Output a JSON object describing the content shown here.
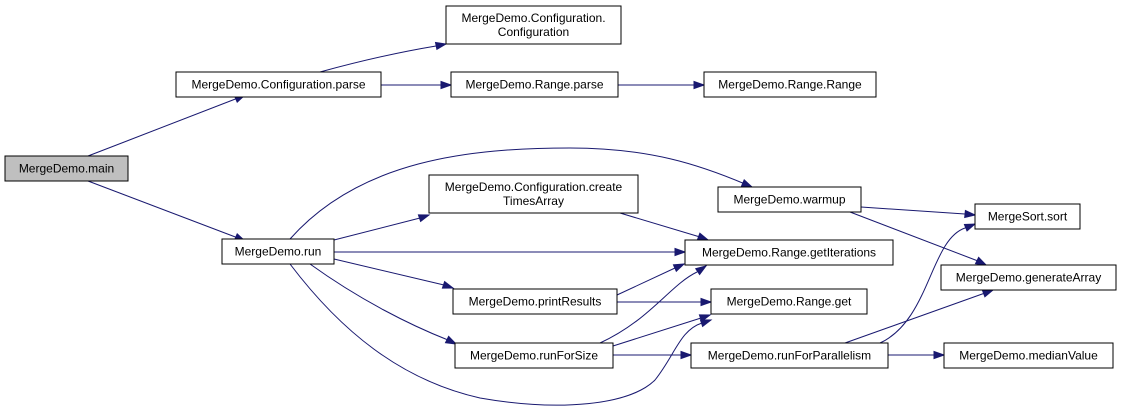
{
  "diagram": {
    "edge_color": "#191970",
    "root_fill": "#bfbfbf",
    "nodes": [
      {
        "id": "main",
        "lines": [
          "MergeDemo.main"
        ],
        "root": true
      },
      {
        "id": "cfg_ctor",
        "lines": [
          "MergeDemo.Configuration.",
          "Configuration"
        ]
      },
      {
        "id": "cfg_parse",
        "lines": [
          "MergeDemo.Configuration.parse"
        ]
      },
      {
        "id": "range_parse",
        "lines": [
          "MergeDemo.Range.parse"
        ]
      },
      {
        "id": "range_ctor",
        "lines": [
          "MergeDemo.Range.Range"
        ]
      },
      {
        "id": "run",
        "lines": [
          "MergeDemo.run"
        ]
      },
      {
        "id": "create_times",
        "lines": [
          "MergeDemo.Configuration.create",
          "TimesArray"
        ]
      },
      {
        "id": "warmup",
        "lines": [
          "MergeDemo.warmup"
        ]
      },
      {
        "id": "sort",
        "lines": [
          "MergeSort.sort"
        ]
      },
      {
        "id": "get_iter",
        "lines": [
          "MergeDemo.Range.getIterations"
        ]
      },
      {
        "id": "gen_array",
        "lines": [
          "MergeDemo.generateArray"
        ]
      },
      {
        "id": "print_results",
        "lines": [
          "MergeDemo.printResults"
        ]
      },
      {
        "id": "range_get",
        "lines": [
          "MergeDemo.Range.get"
        ]
      },
      {
        "id": "run_for_size",
        "lines": [
          "MergeDemo.runForSize"
        ]
      },
      {
        "id": "run_for_par",
        "lines": [
          "MergeDemo.runForParallelism"
        ]
      },
      {
        "id": "median",
        "lines": [
          "MergeDemo.medianValue"
        ]
      }
    ],
    "edges": [
      {
        "from": "main",
        "to": "cfg_parse"
      },
      {
        "from": "main",
        "to": "run"
      },
      {
        "from": "cfg_parse",
        "to": "cfg_ctor"
      },
      {
        "from": "cfg_parse",
        "to": "range_parse"
      },
      {
        "from": "range_parse",
        "to": "range_ctor"
      },
      {
        "from": "run",
        "to": "create_times"
      },
      {
        "from": "run",
        "to": "warmup"
      },
      {
        "from": "run",
        "to": "get_iter"
      },
      {
        "from": "run",
        "to": "print_results"
      },
      {
        "from": "run",
        "to": "run_for_size"
      },
      {
        "from": "run",
        "to": "range_get"
      },
      {
        "from": "create_times",
        "to": "get_iter"
      },
      {
        "from": "warmup",
        "to": "sort"
      },
      {
        "from": "warmup",
        "to": "gen_array"
      },
      {
        "from": "print_results",
        "to": "get_iter"
      },
      {
        "from": "print_results",
        "to": "range_get"
      },
      {
        "from": "run_for_size",
        "to": "get_iter"
      },
      {
        "from": "run_for_size",
        "to": "range_get"
      },
      {
        "from": "run_for_size",
        "to": "run_for_par"
      },
      {
        "from": "run_for_par",
        "to": "sort"
      },
      {
        "from": "run_for_par",
        "to": "gen_array"
      },
      {
        "from": "run_for_par",
        "to": "median"
      }
    ]
  }
}
